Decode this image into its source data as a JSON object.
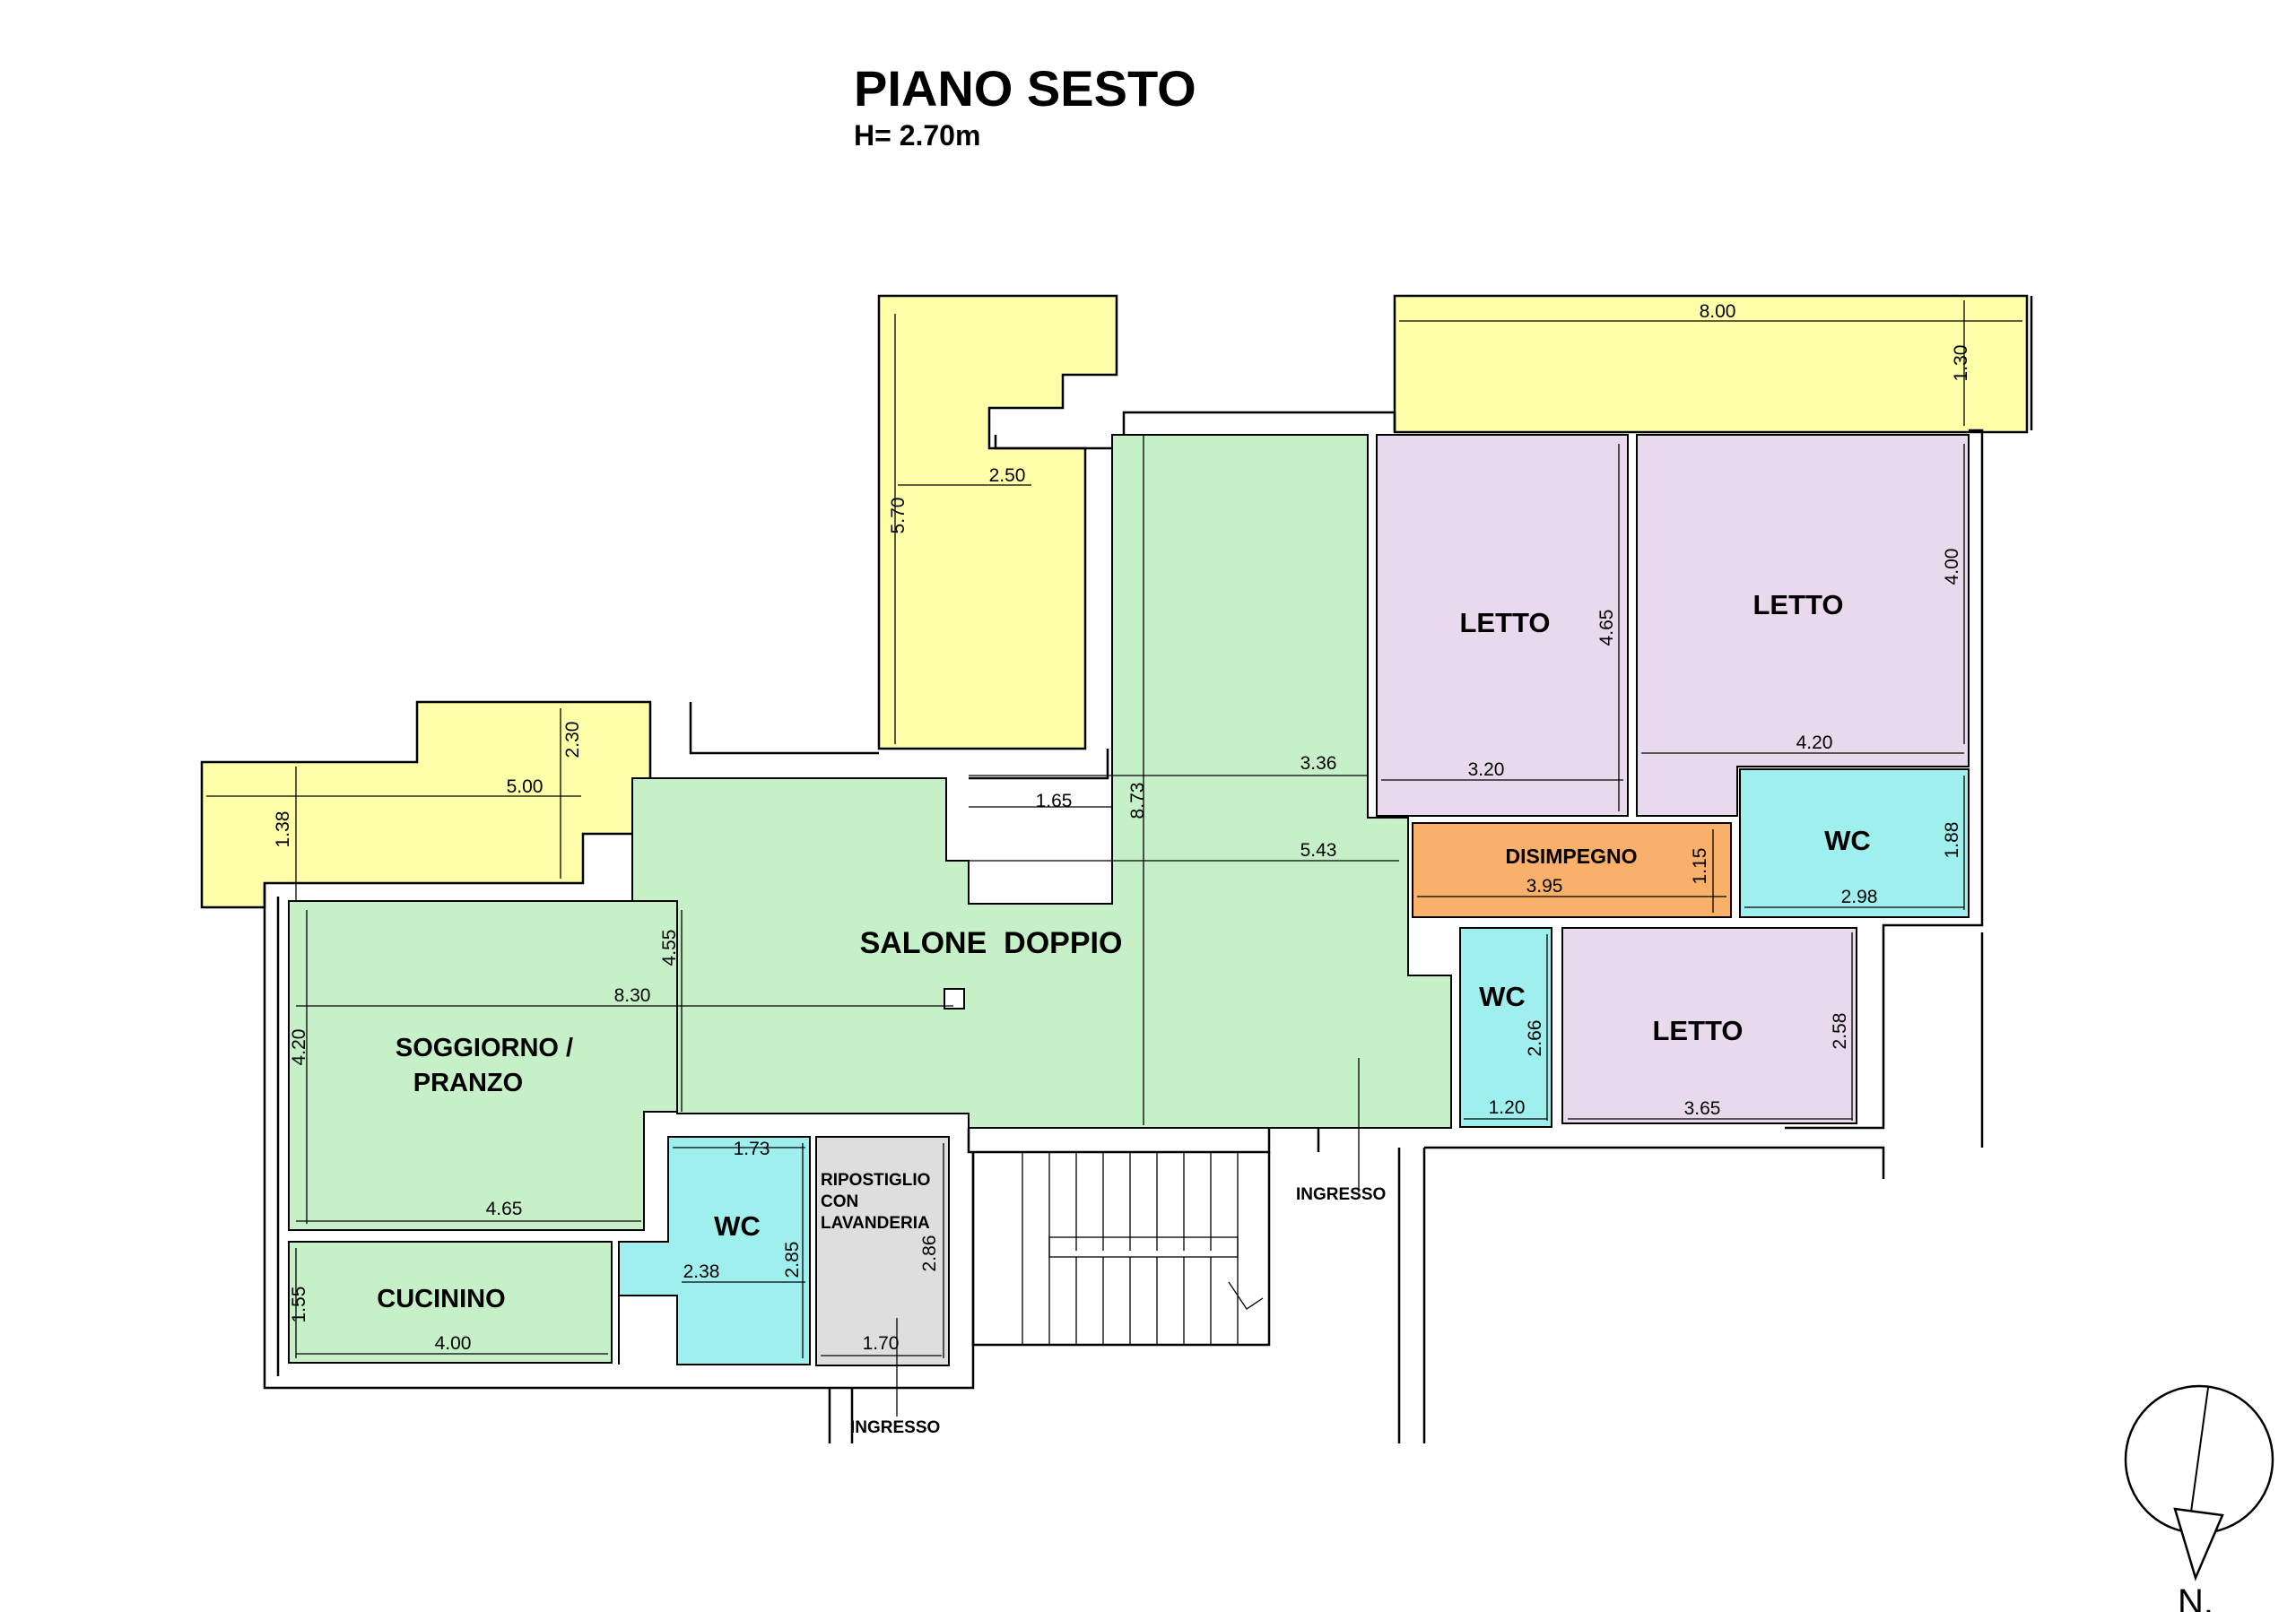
{
  "header": {
    "title": "PIANO SESTO",
    "height_note": "H= 2.70m"
  },
  "colors": {
    "terrace": "#FFFFAA",
    "living": "#C6F0C8",
    "bedroom": "#E8DAEC",
    "bath": "#9FEFEF",
    "hall": "#F9B06A",
    "storage": "#DEDEDE"
  },
  "rooms": {
    "salone": "SALONE  DOPPIO",
    "soggiorno_line1": "SOGGIORNO /",
    "soggiorno_line2": "PRANZO",
    "cucinino": "CUCININO",
    "letto_1": "LETTO",
    "letto_2": "LETTO",
    "letto_3": "LETTO",
    "wc_1": "WC",
    "wc_2": "WC",
    "wc_3": "WC",
    "disimpegno": "DISIMPEGNO",
    "ripostiglio_line1": "RIPOSTIGLIO",
    "ripostiglio_line2": "CON",
    "ripostiglio_line3": "LAVANDERIA"
  },
  "entrances": {
    "main": "INGRESSO",
    "service": "INGRESSO"
  },
  "dimensions": {
    "terrace_top_width": "8.00",
    "terrace_top_depth": "1.30",
    "terrace_mid_width": "2.50",
    "terrace_mid_depth": "5.70",
    "terrace_left_width": "5.00",
    "terrace_left_depth": "1.38",
    "terrace_left_notch": "2.30",
    "salone_depth": "8.73",
    "salone_w1": "3.36",
    "salone_w2": "5.43",
    "salone_w3": "1.65",
    "salone_depth2": "4.55",
    "soggiorno_width": "8.30",
    "soggiorno_depth": "4.20",
    "soggiorno_width2": "4.65",
    "letto1_width": "3.20",
    "letto1_depth": "4.65",
    "letto2_width": "4.20",
    "letto2_depth": "4.00",
    "wc1_width": "2.98",
    "wc1_depth": "1.88",
    "disimpegno_width": "3.95",
    "disimpegno_depth": "1.15",
    "wc2_width": "1.20",
    "wc2_depth": "2.66",
    "letto3_width": "3.65",
    "letto3_depth": "2.58",
    "wc3_top": "1.73",
    "wc3_width": "2.38",
    "wc3_depth": "2.85",
    "rip_width": "1.70",
    "rip_depth": "2.86",
    "cucinino_width": "4.00",
    "cucinino_depth": "1.55"
  },
  "compass": {
    "label": "N."
  }
}
